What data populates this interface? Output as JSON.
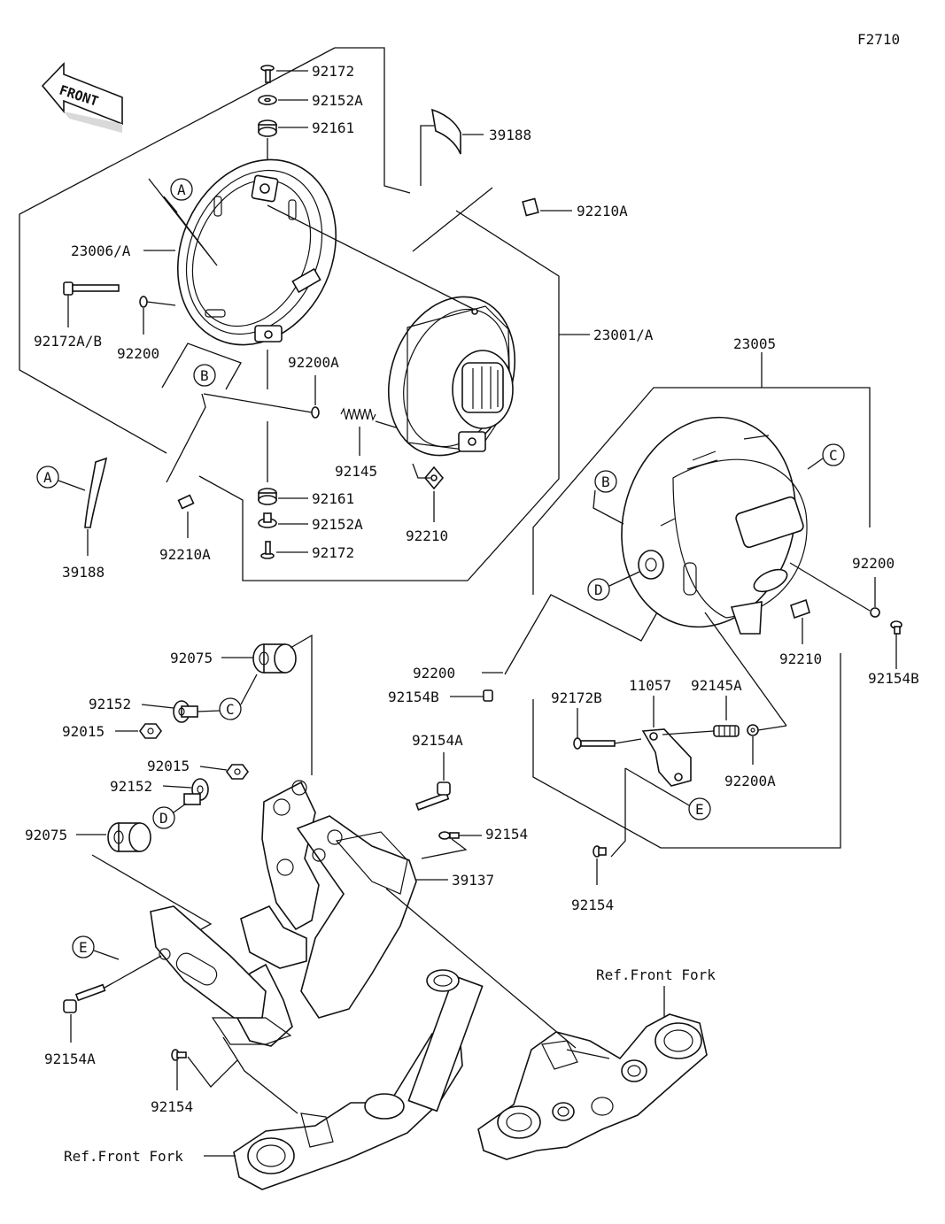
{
  "figure_code": "F2710",
  "front_badge": "FRONT",
  "ref_labels": {
    "top_right": "Ref.Front Fork",
    "bottom_left": "Ref.Front Fork"
  },
  "callout_letters": [
    "A",
    "B",
    "C",
    "D",
    "E"
  ],
  "part_numbers": {
    "screw_top": "92172",
    "washer_top": "92152A",
    "grommet_top": "92161",
    "band_top": "39188",
    "clip_top": "92210A",
    "rim": "23006/A",
    "bolt_left": "92172A/B",
    "washer_left": "92200",
    "washer_small": "92200A",
    "spring": "92145",
    "headlamp": "23001/A",
    "nut_plate": "92210",
    "grommet_bottom": "92161",
    "washer_bottom": "92152A",
    "screw_bottom": "92172",
    "band_loose": "39188",
    "clip_bottom": "92210A",
    "housing": "23005",
    "washer_right": "92200",
    "bolt_right": "92154B",
    "nut_right": "92210",
    "washer_mid": "92200",
    "bolt_mid": "92154B",
    "bolt_adj": "92172B",
    "bracket_adj": "11057",
    "spring_adj": "92145A",
    "washer_adj": "92200A",
    "bolt_lower": "92154",
    "damper_top": "92075",
    "collar_top": "92152",
    "nut_top": "92015",
    "nut_lower": "92015",
    "collar_lower": "92152",
    "damper_lower": "92075",
    "bolt_a_top": "92154A",
    "bolt_small": "92154",
    "stay": "39137",
    "bolt_a_left": "92154A",
    "bolt_small_bottom": "92154"
  }
}
